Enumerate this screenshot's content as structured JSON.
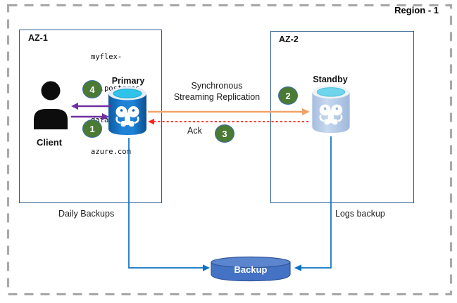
{
  "region": {
    "label": "Region - 1"
  },
  "availability_zones": [
    {
      "label": "AZ-1"
    },
    {
      "label": "AZ-2"
    }
  ],
  "client": {
    "label": "Client"
  },
  "primary": {
    "label": "Primary",
    "hostname_lines": [
      "myflex-",
      "db.postgres.",
      "database.",
      "azure.com"
    ]
  },
  "standby": {
    "label": "Standby"
  },
  "backup": {
    "label": "Backup"
  },
  "steps": [
    {
      "value": "1"
    },
    {
      "value": "2"
    },
    {
      "value": "3"
    },
    {
      "value": "4"
    }
  ],
  "flows": {
    "replication": {
      "line1": "Synchronous",
      "line2": "Streaming Replication"
    },
    "ack": {
      "label": "Ack"
    },
    "daily_backups": {
      "label": "Daily Backups"
    },
    "logs_backup": {
      "label": "Logs backup"
    }
  },
  "colors": {
    "step_badge_green": "#4A7A33",
    "badge_border_blue": "#3A6EA5",
    "client_arrow_purple": "#7030A0",
    "replication_orange": "#F2A269",
    "ack_red": "#FF2222",
    "backup_connector_blue": "#0B72C0",
    "az_box_border_blue": "#2B5D8E",
    "region_dash_gray": "#A9A9A9",
    "backup_cylinder_blue": "#4472C4",
    "primary_cylinder_blue": "#1E82D6",
    "standby_cylinder_blue": "#B3C9E7",
    "cylinder_top_cyan": "#2FC3EA"
  }
}
